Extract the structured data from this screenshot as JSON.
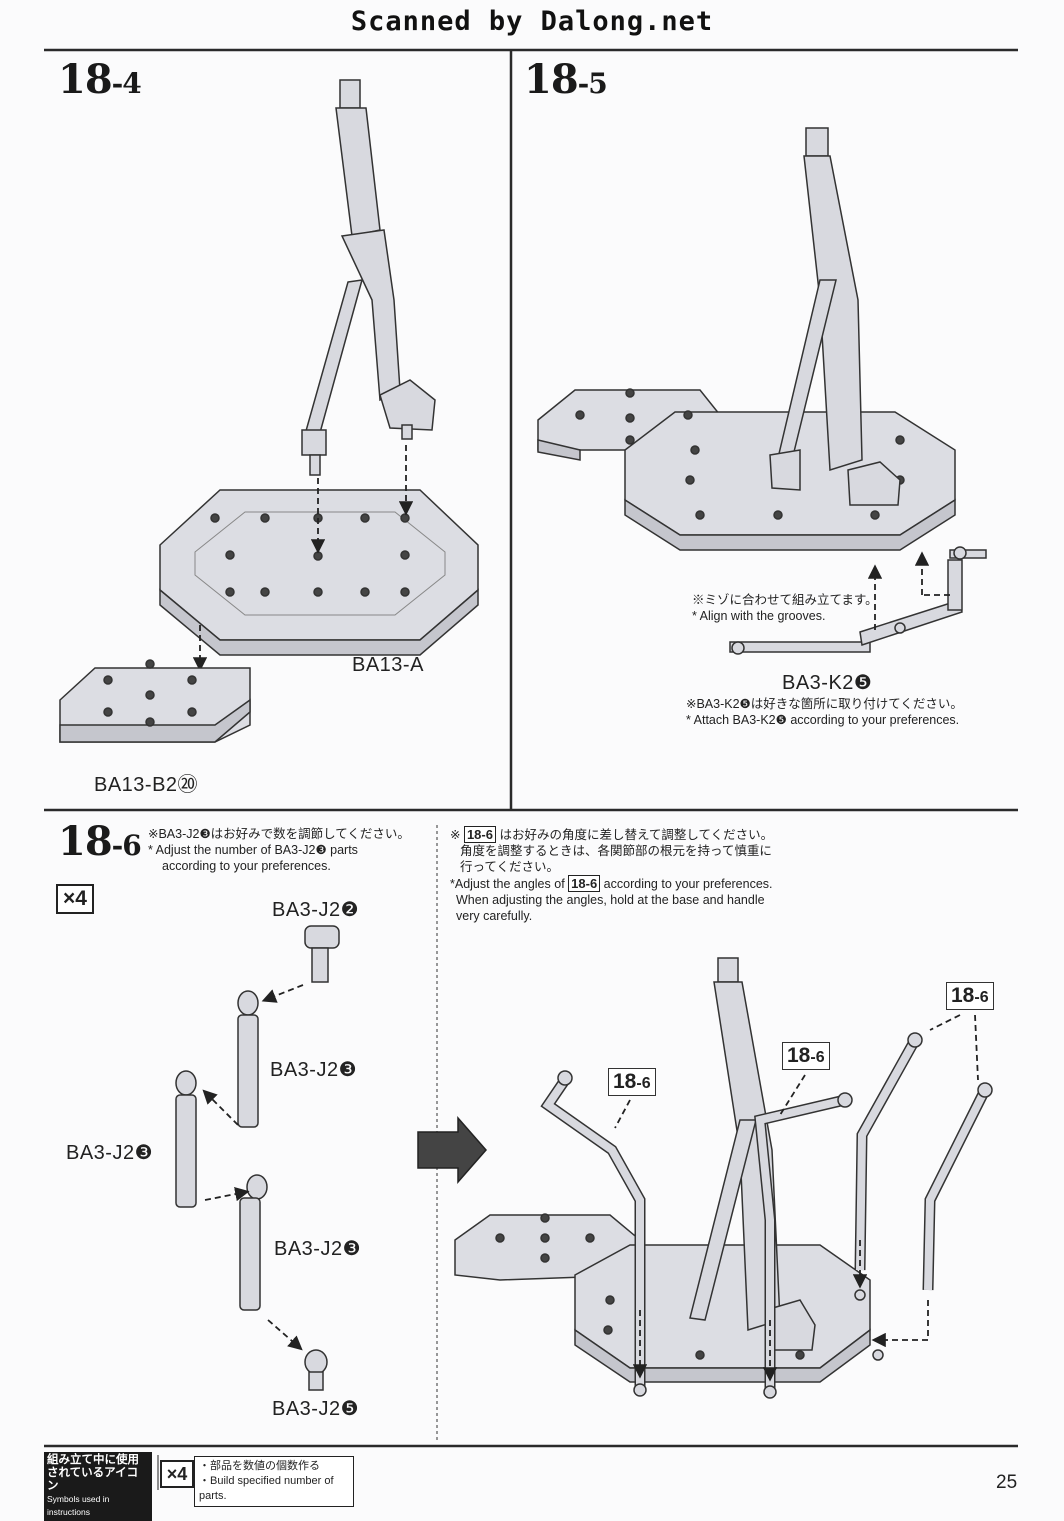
{
  "header": {
    "title": "Scanned by Dalong.net"
  },
  "steps": {
    "s4": {
      "main": "18",
      "sub": "-4"
    },
    "s5": {
      "main": "18",
      "sub": "-5"
    },
    "s6": {
      "main": "18",
      "sub": "-6"
    }
  },
  "panel_18_4": {
    "base_label": "BA13-A",
    "sub_base_label": "BA13-B2⑳"
  },
  "panel_18_5": {
    "note_jp": "※ミゾに合わせて組み立てます。",
    "note_en": "* Align with the grooves.",
    "part_label": "BA3-K2❺",
    "attach_jp": "※BA3-K2❺は好きな箇所に取り付けてください。",
    "attach_en": "* Attach BA3-K2❺ according to your preferences."
  },
  "panel_18_6": {
    "note_jp": "※BA3-J2❸はお好みで数を調節してください。",
    "note_en_1": "* Adjust the number of BA3-J2❸ parts",
    "note_en_2": "according to your preferences.",
    "multiplier": "×4",
    "parts": {
      "j2_2": "BA3-J2❷",
      "j2_3_a": "BA3-J2❸",
      "j2_3_b": "BA3-J2❸",
      "j2_3_c": "BA3-J2❸",
      "j2_5": "BA3-J2❺"
    },
    "right_note": {
      "ref": "18-6",
      "jp_1": "はお好みの角度に差し替えて調整してください。",
      "jp_2": "角度を調整するときは、各関節部の根元を持って慎重に",
      "jp_3": "行ってください。",
      "en_1a": "*Adjust the angles of",
      "en_1b": "according to your preferences.",
      "en_2": "When adjusting the angles, hold at the base and handle",
      "en_3": "very carefully."
    },
    "tags": {
      "t1": "18",
      "t1s": "-6",
      "t2": "18",
      "t2s": "-6",
      "t3": "18",
      "t3s": "-6"
    }
  },
  "footer": {
    "legend_jp_1": "組み立て中に使用",
    "legend_jp_2": "されているアイコン",
    "legend_en": "Symbols used in instructions",
    "icon": "×4",
    "desc_jp": "・部品を数値の個数作る",
    "desc_en": "・Build specified number of parts.",
    "page_number": "25"
  }
}
